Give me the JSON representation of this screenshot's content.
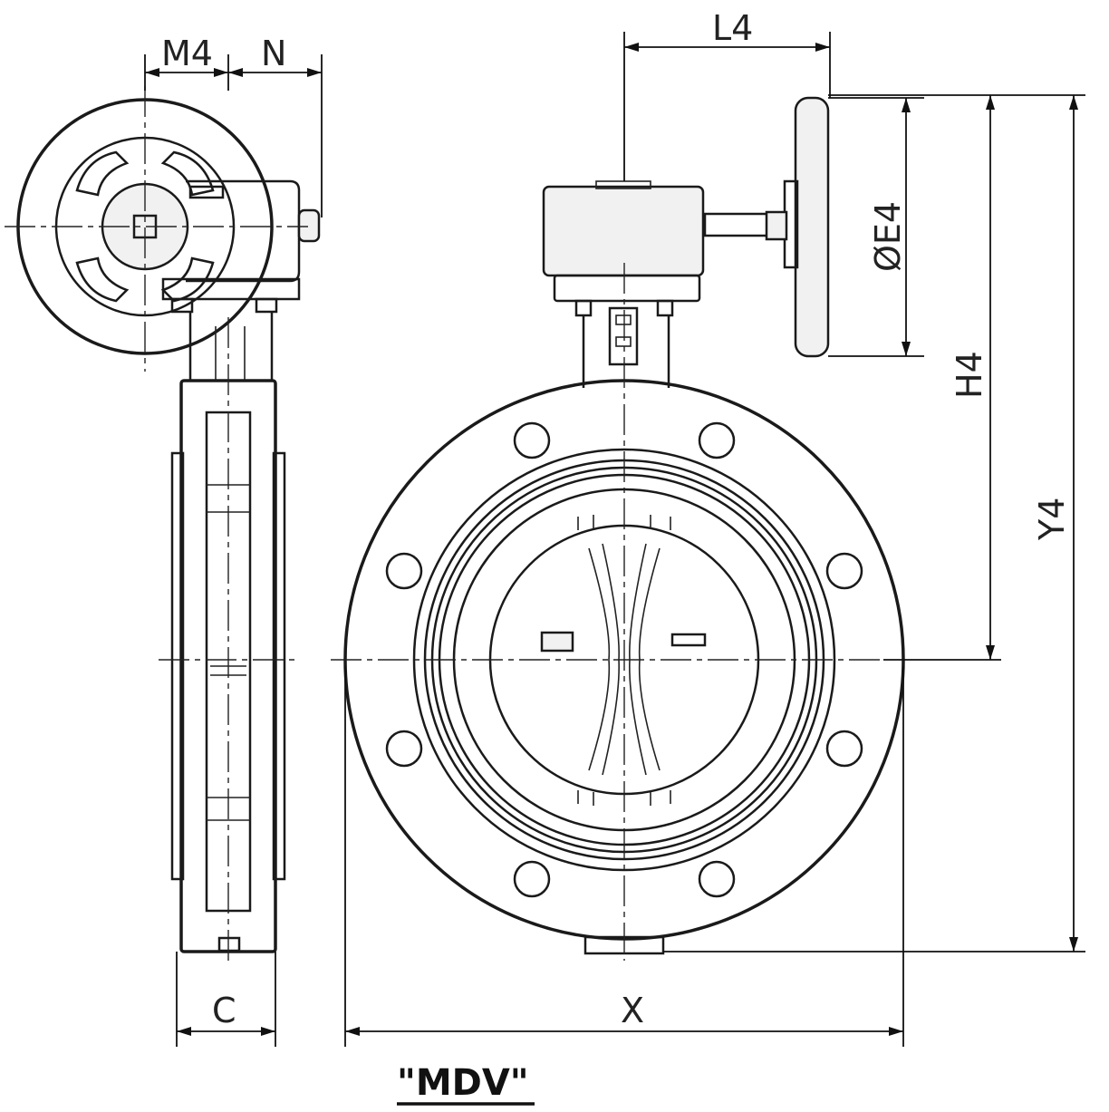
{
  "title": "\"MDV\"",
  "dimensions": {
    "m4": "M4",
    "n": "N",
    "c": "C",
    "l4": "L4",
    "e4": "ØE4",
    "h4": "H4",
    "y4": "Y4",
    "x": "X"
  },
  "colors": {
    "line": "#1a1a1a",
    "background": "#ffffff",
    "fill": "#f1f1f1"
  }
}
